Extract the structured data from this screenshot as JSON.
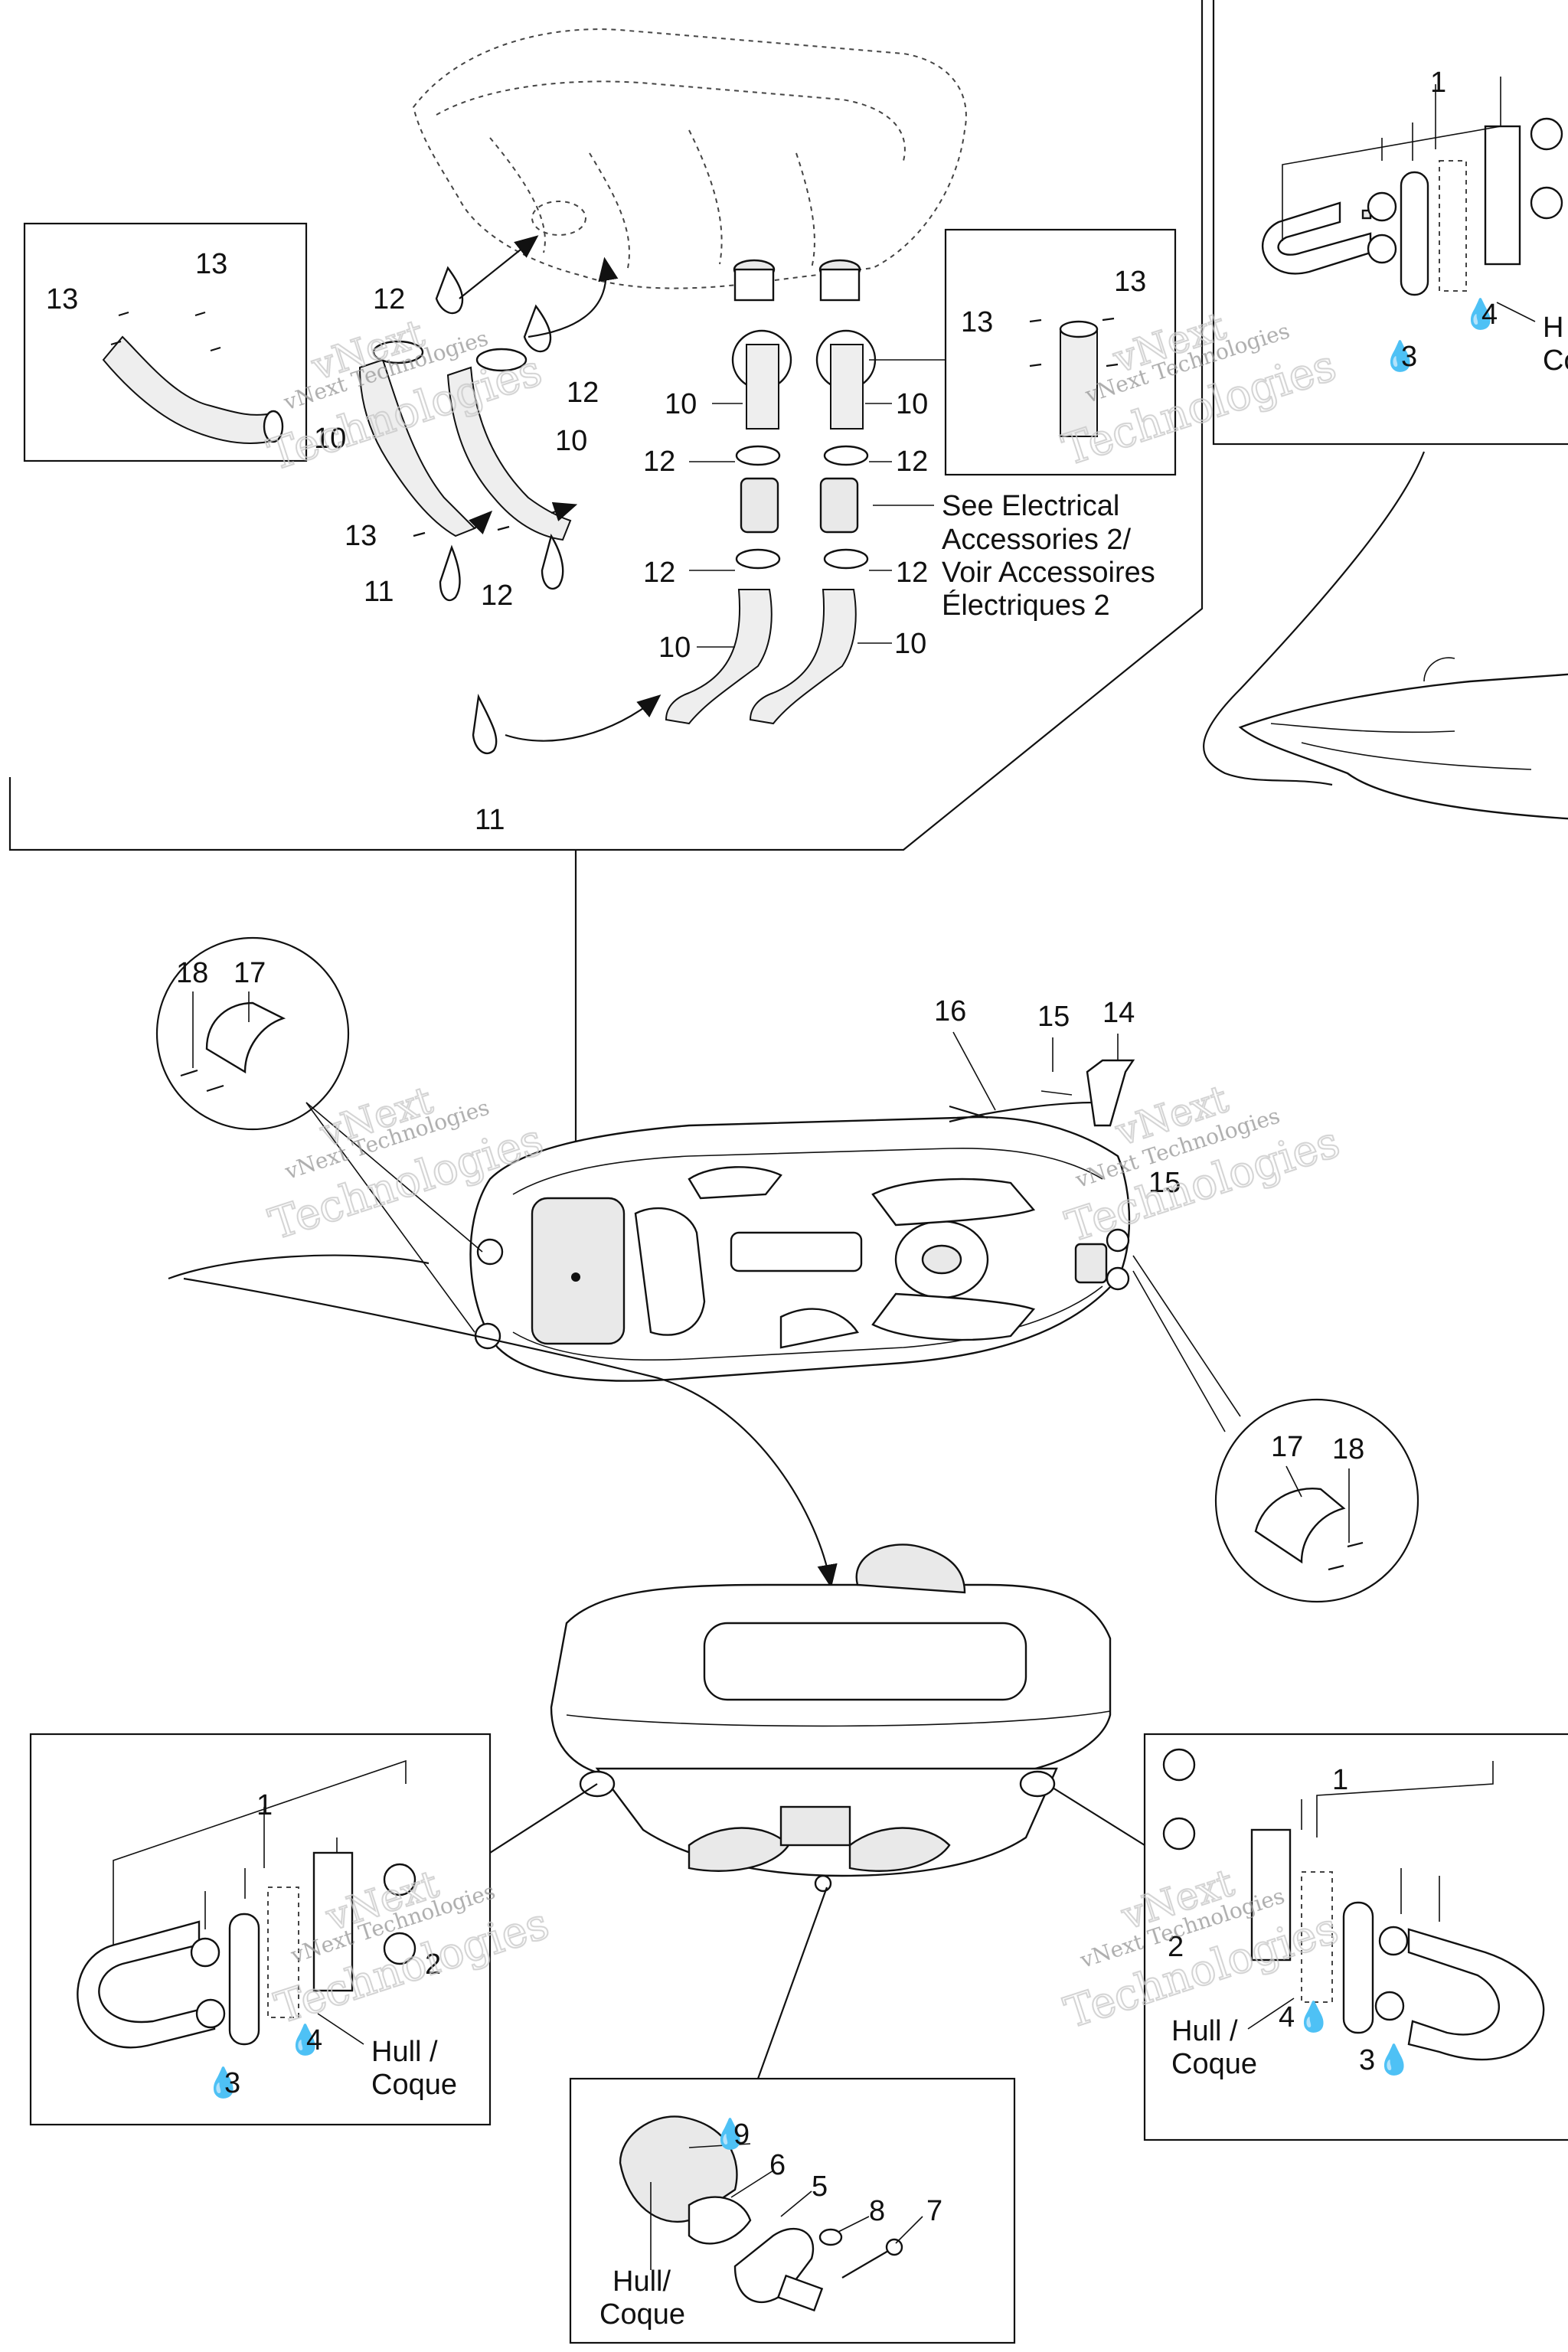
{
  "callouts": {
    "c1_tr": "1",
    "c1_bl": "1",
    "c1_br": "1",
    "c2_bl": "2",
    "c2_br": "2",
    "c3_tr": "3",
    "c3_bl": "3",
    "c3_br": "3",
    "c4_tr": "4",
    "c4_bl": "4",
    "c4_br": "4",
    "c5": "5",
    "c6": "6",
    "c7": "7",
    "c8": "8",
    "c9": "9",
    "c10_a": "10",
    "c10_b": "10",
    "c10_c": "10",
    "c10_d": "10",
    "c10_e": "10",
    "c10_f": "10",
    "c11_a": "11",
    "c11_b": "11",
    "c12_a": "12",
    "c12_b": "12",
    "c12_c": "12",
    "c12_d": "12",
    "c12_e": "12",
    "c12_f": "12",
    "c12_g": "12",
    "c13_a": "13",
    "c13_b": "13",
    "c13_c": "13",
    "c13_d": "13",
    "c13_e": "13",
    "c14": "14",
    "c15_a": "15",
    "c15_b": "15",
    "c16": "16",
    "c17_a": "17",
    "c17_b": "17",
    "c18_a": "18",
    "c18_b": "18"
  },
  "notes": {
    "see_electrical_1": "See Electrical",
    "see_electrical_2": "Accessories 2/",
    "see_electrical_3": "Voir Accessoires",
    "see_electrical_4": "Électriques 2",
    "hull_tr_1": "H",
    "hull_tr_2": "Co",
    "hull_1": "Hull /",
    "coque_1": "Coque",
    "hull_2": "Hull /",
    "coque_2": "Coque",
    "hull_3": "Hull/",
    "coque_3": "Coque"
  },
  "symbols": {
    "drop": "💧",
    "drop_glyph": "◒"
  },
  "watermark": {
    "line1": "vNext",
    "line2": "vNext Technologies",
    "line3": "Technologies"
  }
}
